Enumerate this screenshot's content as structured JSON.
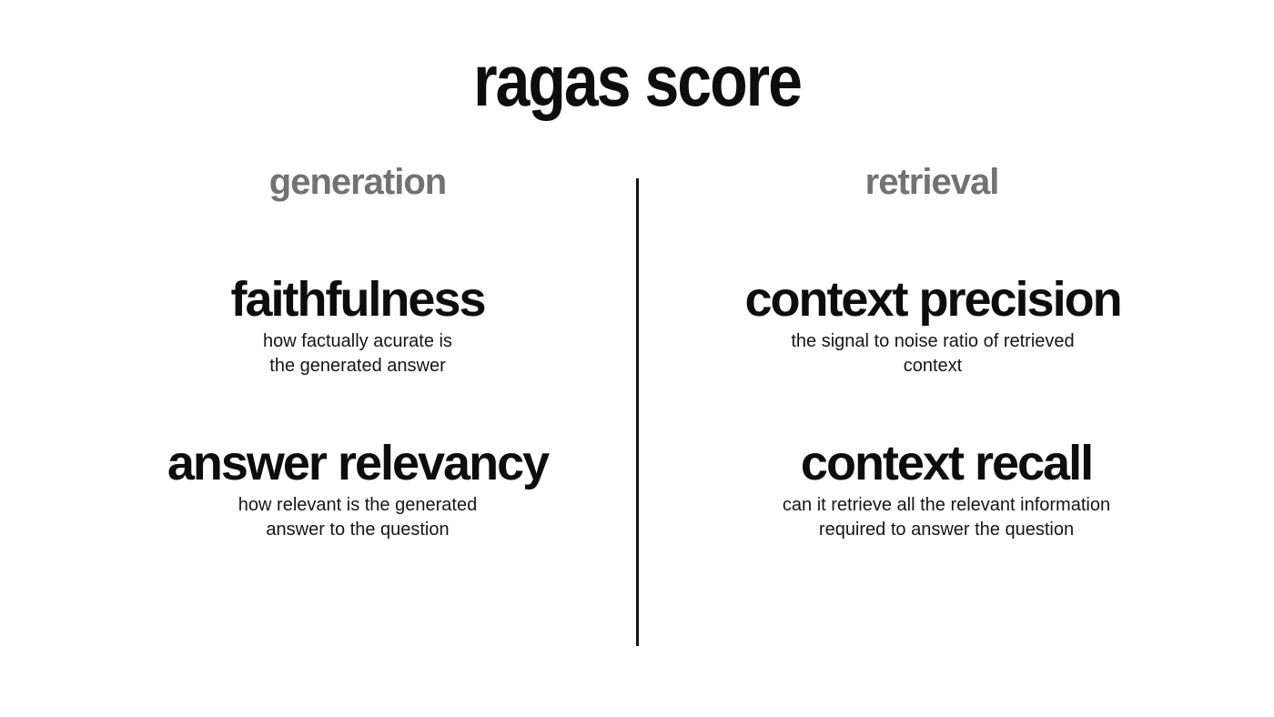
{
  "title": "ragas score",
  "colors": {
    "background": "#ffffff",
    "title_text": "#0d0d0d",
    "column_header_text": "#727272",
    "metric_name_text": "#0d0d0d",
    "description_text": "#151515",
    "divider": "#131313"
  },
  "columns": [
    {
      "header": "generation",
      "metrics": [
        {
          "name": "faithfulness",
          "description_line1": "how factually acurate is",
          "description_line2": "the generated answer"
        },
        {
          "name": "answer relevancy",
          "description_line1": "how relevant is the generated",
          "description_line2": "answer to the question"
        }
      ]
    },
    {
      "header": "retrieval",
      "metrics": [
        {
          "name": "context precision",
          "description_line1": "the signal to noise ratio of retrieved",
          "description_line2": "context"
        },
        {
          "name": "context recall",
          "description_line1": "can it retrieve all the relevant information",
          "description_line2": "required to answer the question"
        }
      ]
    }
  ]
}
